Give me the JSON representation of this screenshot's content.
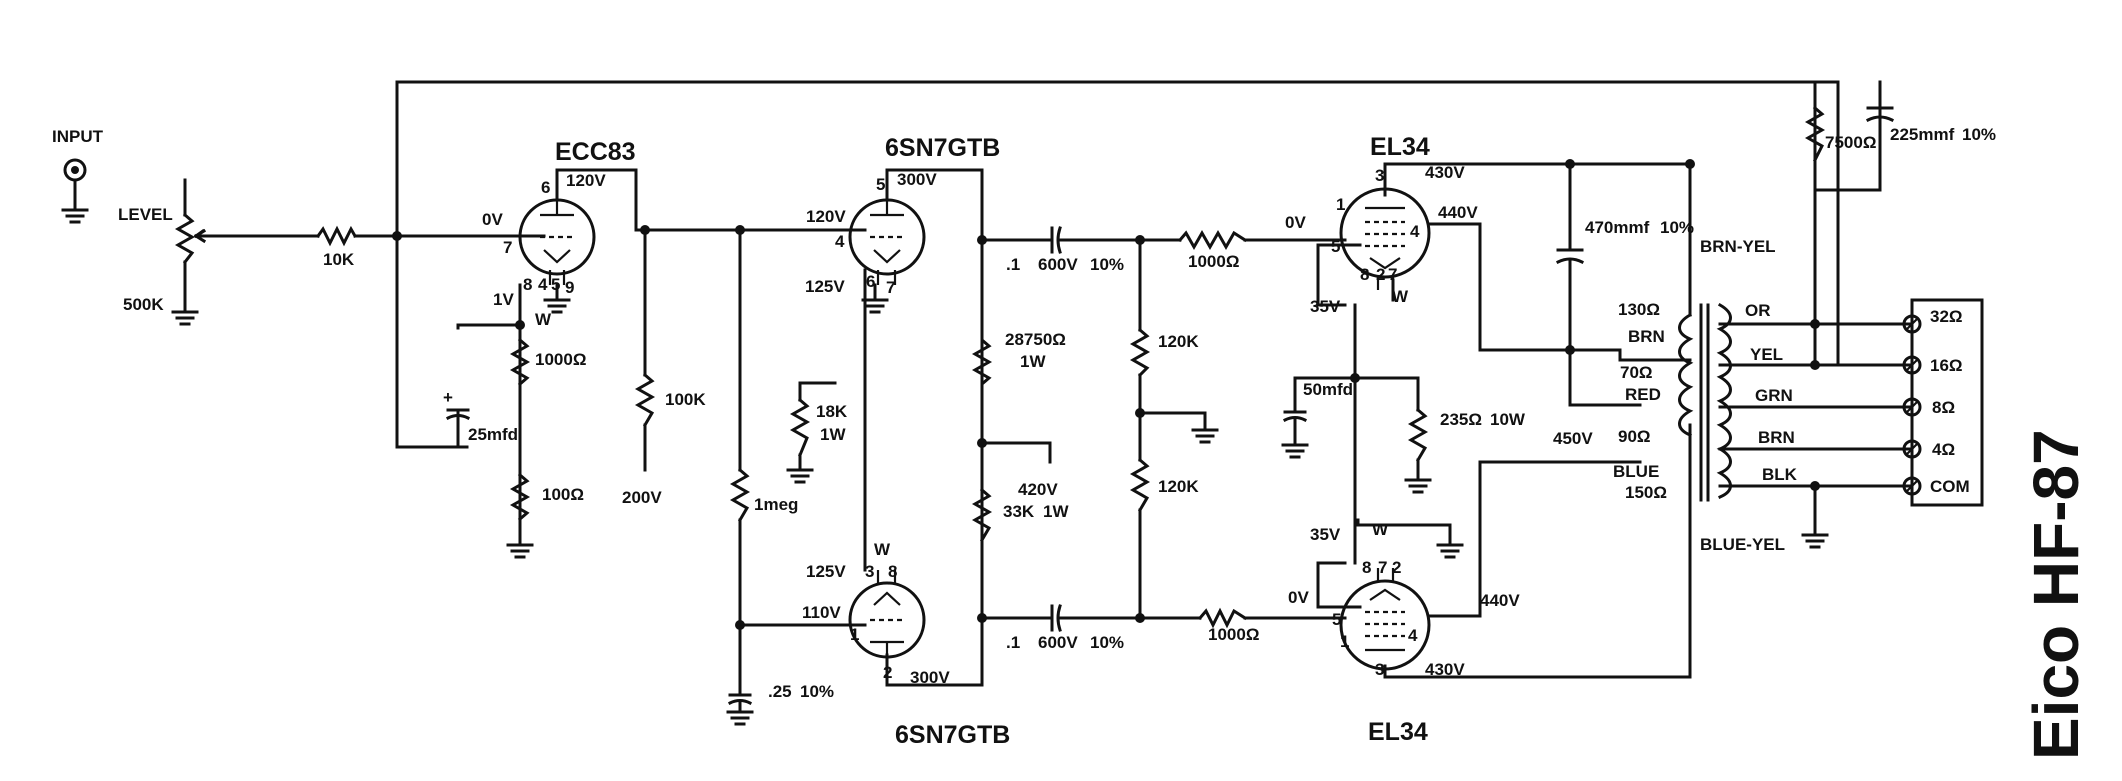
{
  "title": "Eico HF-87",
  "input": {
    "label": "INPUT",
    "control": "LEVEL",
    "pot": "500K"
  },
  "tubes": {
    "ecc83": "ECC83",
    "driver_top": "6SN7GTB",
    "driver_bottom": "6SN7GTB",
    "output_top": "EL34",
    "output_bottom": "EL34"
  },
  "resistors": {
    "r_input": "10K",
    "r_cathode1": "1000Ω",
    "r_cathode2": "100Ω",
    "r_plate1": "100K",
    "r_grid": "1meg",
    "r_18k": "18K",
    "r_18k_w": "1W",
    "r_28750": "28750Ω",
    "r_28750_w": "1W",
    "r_33k": "33K",
    "r_33k_w": "1W",
    "r_120k_top": "120K",
    "r_120k_bot": "120K",
    "r_g1": "1000Ω",
    "r_g2": "1000Ω",
    "r_cath_out": "235Ω",
    "r_cath_out_w": "10W",
    "r_fb": "7500Ω"
  },
  "capacitors": {
    "c_25": "25mfd",
    "c_025": ".25",
    "c_025_tol": "10%",
    "c_coup1_val": ".1",
    "c_coup1_v": "600V",
    "c_coup1_tol": "10%",
    "c_coup2_val": ".1",
    "c_coup2_v": "600V",
    "c_coup2_tol": "10%",
    "c_470": "470mmf",
    "c_470_tol": "10%",
    "c_50": "50mfd",
    "c_225": "225mmf",
    "c_225_tol": "10%"
  },
  "voltages": {
    "v_ecc_grid": "0V",
    "v_ecc_plate": "120V",
    "v_ecc_cath": "1V",
    "v_200": "200V",
    "v_d1_grid": "120V",
    "v_d1_plate": "300V",
    "v_d1_cath": "125V",
    "v_420": "420V",
    "v_d2_cath": "125V",
    "v_d2_grid": "110V",
    "v_d2_plate": "300V",
    "v_o1_grid": "0V",
    "v_o1_plate": "430V",
    "v_o1_screen": "440V",
    "v_o1_cath": "35V",
    "v_450": "450V",
    "v_o2_cath": "35V",
    "v_o2_grid": "0V",
    "v_o2_screen": "440V",
    "v_o2_plate": "430V"
  },
  "pins": {
    "ecc_6": "6",
    "ecc_7": "7",
    "ecc_8": "8",
    "ecc_4": "4",
    "ecc_5": "5",
    "ecc_9": "9",
    "d1_5": "5",
    "d1_4": "4",
    "d1_6": "6",
    "d1_7": "7",
    "d2_3": "3",
    "d2_8": "8",
    "d2_1": "1",
    "d2_2": "2",
    "o1_3": "3",
    "o1_1": "1",
    "o1_5": "5",
    "o1_8": "8",
    "o1_2": "2",
    "o1_4": "4",
    "o1_7": "7",
    "o2_8": "8",
    "o2_7": "7",
    "o2_2": "2",
    "o2_5": "5",
    "o2_1": "1",
    "o2_4": "4",
    "o2_3": "3"
  },
  "heater": "W",
  "transformer": {
    "brn_yel": "BRN-YEL",
    "brn": "BRN",
    "red": "RED",
    "blue": "BLUE",
    "blue_yel": "BLUE-YEL",
    "p_130": "130Ω",
    "p_70": "70Ω",
    "p_90": "90Ω",
    "p_150": "150Ω",
    "s_or": "OR",
    "s_yel": "YEL",
    "s_grn": "GRN",
    "s_brn": "BRN",
    "s_blk": "BLK"
  },
  "outputs": {
    "o32": "32Ω",
    "o16": "16Ω",
    "o8": "8Ω",
    "o4": "4Ω",
    "com": "COM"
  }
}
